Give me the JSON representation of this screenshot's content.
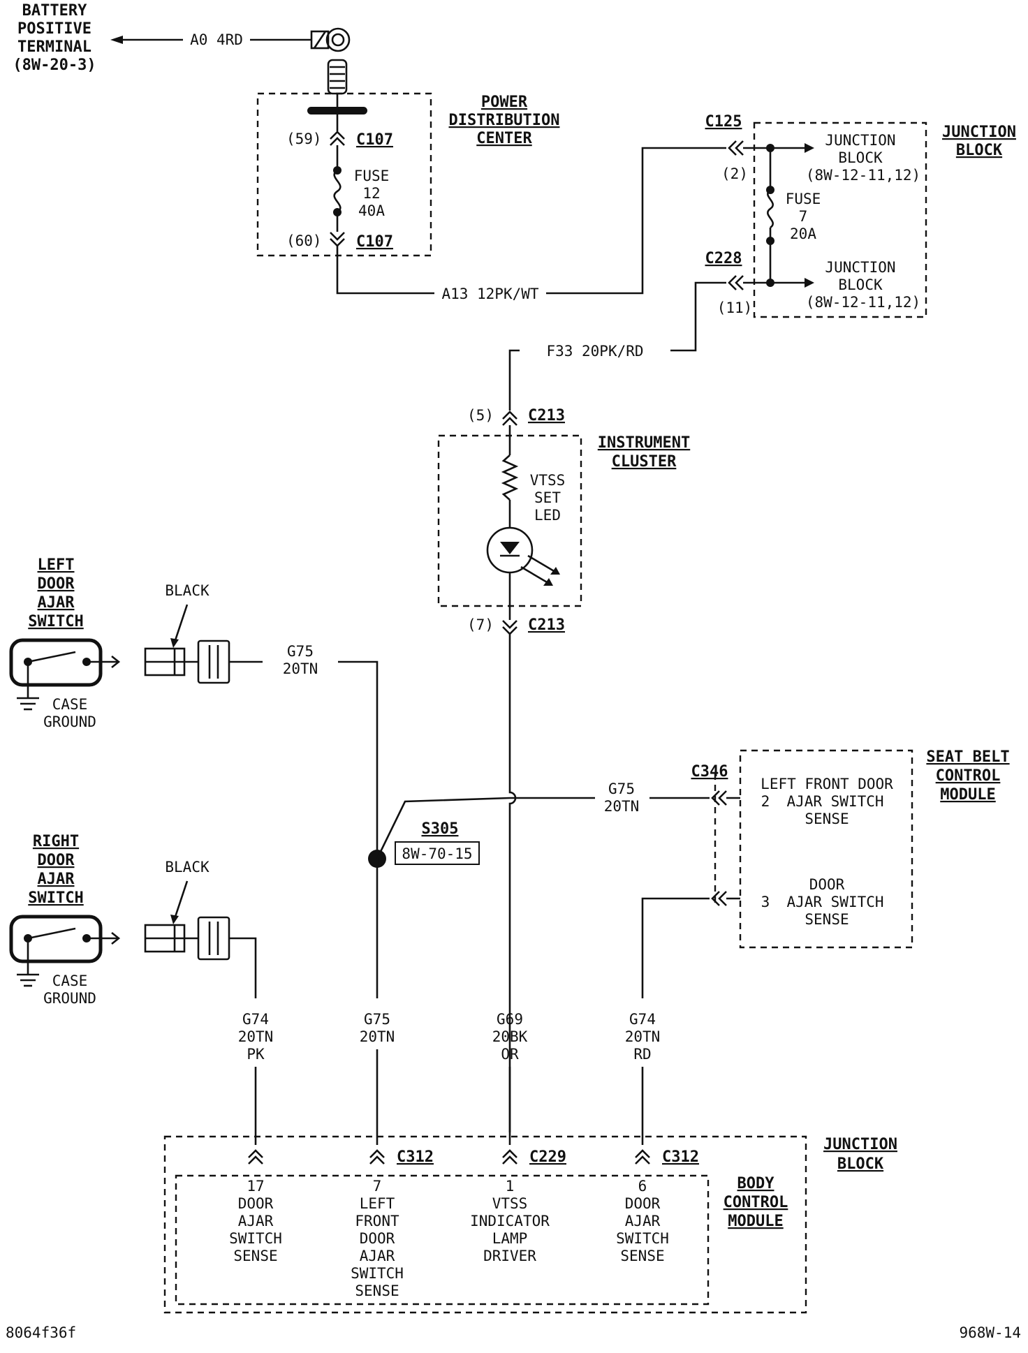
{
  "battery": {
    "title": [
      "BATTERY",
      "POSITIVE",
      "TERMINAL",
      "(8W-20-3)"
    ],
    "wire": "A0 4RD"
  },
  "pdc": {
    "title": [
      "POWER",
      "DISTRIBUTION",
      "CENTER"
    ],
    "pin_top": "(59)",
    "conn_top": "C107",
    "fuse": [
      "FUSE",
      "12",
      "40A"
    ],
    "pin_bottom": "(60)",
    "conn_bottom": "C107"
  },
  "wire_a13": "A13 12PK/WT",
  "junction_block_top": {
    "title": [
      "JUNCTION",
      "BLOCK"
    ],
    "c125": "C125",
    "c125_pin": "(2)",
    "c228": "C228",
    "c228_pin": "(11)",
    "upper_ref": [
      "JUNCTION",
      "BLOCK",
      "(8W-12-11,12)"
    ],
    "lower_ref": [
      "JUNCTION",
      "BLOCK",
      "(8W-12-11,12)"
    ],
    "fuse": [
      "FUSE",
      "7",
      "20A"
    ]
  },
  "wire_f33": "F33 20PK/RD",
  "instrument_cluster": {
    "title": [
      "INSTRUMENT",
      "CLUSTER"
    ],
    "pin_top": "(5)",
    "conn_top": "C213",
    "led": [
      "VTSS",
      "SET",
      "LED"
    ],
    "pin_bottom": "(7)",
    "conn_bottom": "C213"
  },
  "left_switch": {
    "title": [
      "LEFT",
      "DOOR",
      "AJAR",
      "SWITCH"
    ],
    "connector_color": "BLACK",
    "ground": [
      "CASE",
      "GROUND"
    ],
    "wire": [
      "G75",
      "20TN"
    ]
  },
  "right_switch": {
    "title": [
      "RIGHT",
      "DOOR",
      "AJAR",
      "SWITCH"
    ],
    "connector_color": "BLACK",
    "ground": [
      "CASE",
      "GROUND"
    ]
  },
  "splice": {
    "id": "S305",
    "ref": "8W-70-15"
  },
  "seat_belt_module": {
    "title": [
      "SEAT BELT",
      "CONTROL",
      "MODULE"
    ],
    "conn": "C346",
    "pin2": [
      "LEFT FRONT DOOR",
      "2",
      "AJAR SWITCH",
      "SENSE"
    ],
    "pin3": [
      "DOOR",
      "3",
      "AJAR SWITCH",
      "SENSE"
    ],
    "wire": [
      "G75",
      "20TN"
    ]
  },
  "wires_bottom": {
    "g74_pk": [
      "G74",
      "20TN",
      "PK"
    ],
    "g75": [
      "G75",
      "20TN"
    ],
    "g69": [
      "G69",
      "20BK",
      "OR"
    ],
    "g74_rd": [
      "G74",
      "20TN",
      "RD"
    ]
  },
  "junction_block_bottom": {
    "title": [
      "JUNCTION",
      "BLOCK"
    ]
  },
  "bcm": {
    "title": [
      "BODY",
      "CONTROL",
      "MODULE"
    ],
    "conn1": "C312",
    "conn2": "C229",
    "conn3": "C312",
    "pin17": [
      "17",
      "DOOR",
      "AJAR",
      "SWITCH",
      "SENSE"
    ],
    "pin7": [
      "7",
      "LEFT",
      "FRONT",
      "DOOR",
      "AJAR",
      "SWITCH",
      "SENSE"
    ],
    "pin1": [
      "1",
      "VTSS",
      "INDICATOR",
      "LAMP",
      "DRIVER"
    ],
    "pin6": [
      "6",
      "DOOR",
      "AJAR",
      "SWITCH",
      "SENSE"
    ]
  },
  "footer": {
    "left_code": "8064f36f",
    "right_code": "968W-14"
  }
}
